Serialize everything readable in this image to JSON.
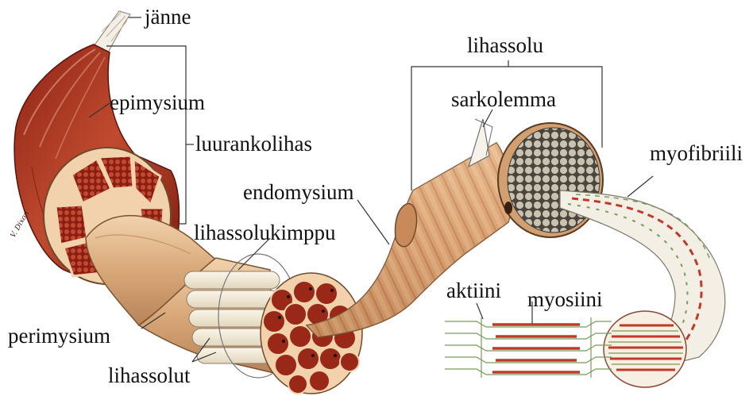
{
  "labels": {
    "janne": "jänne",
    "epimysium": "epimysium",
    "luurankolihas": "luurankolihas",
    "endomysium": "endomysium",
    "lihassolukimppu": "lihassolukimppu",
    "perimysium": "perimysium",
    "lihassolut": "lihassolut",
    "lihassolu": "lihassolu",
    "sarkolemma": "sarkolemma",
    "myofibriili": "myofibriili",
    "aktiini": "aktiini",
    "myosiini": "myosiini"
  },
  "signature": "V. Dixon",
  "colors": {
    "muscle_red": "#b23a22",
    "muscle_dark": "#7a1c10",
    "fascia_tan": "#d9a878",
    "fascia_light": "#ecc9a2",
    "fiber_cream": "#f3ecd8",
    "myofibril_gray": "#9b9586",
    "actin_green": "#7a9a5a",
    "myosin_red": "#c0392b",
    "line": "#333333"
  }
}
